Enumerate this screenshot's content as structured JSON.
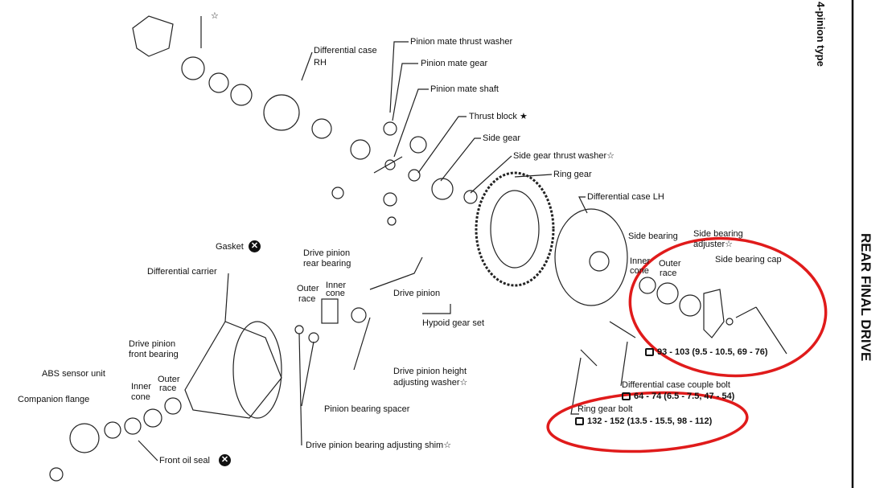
{
  "side_title": "REAR FINAL DRIVE",
  "subtitle": "4-pinion type",
  "labels": {
    "star_top": "☆",
    "diff_case_rh_1": "Differential case",
    "diff_case_rh_2": "RH",
    "pinion_mate_thrust_washer": "Pinion mate thrust washer",
    "pinion_mate_gear": "Pinion mate gear",
    "pinion_mate_shaft": "Pinion mate shaft",
    "thrust_block": "Thrust block ★",
    "side_gear": "Side gear",
    "side_gear_thrust_washer": "Side gear thrust washer☆",
    "ring_gear": "Ring gear",
    "diff_case_lh": "Differential case LH",
    "gasket": "Gasket",
    "diff_carrier": "Differential carrier",
    "dp_rear_bearing_1": "Drive pinion",
    "dp_rear_bearing_2": "rear bearing",
    "outer_race_1": "Outer",
    "outer_race_2": "race",
    "inner_cone_1": "Inner",
    "inner_cone_2": "cone",
    "drive_pinion": "Drive pinion",
    "hypoid_gear_set": "Hypoid gear set",
    "side_bearing": "Side bearing",
    "side_bearing_adjuster_1": "Side bearing",
    "side_bearing_adjuster_2": "adjuster☆",
    "side_bearing_cap": "Side bearing cap",
    "sb_inner_1": "Inner",
    "sb_inner_2": "cone",
    "sb_outer_1": "Outer",
    "sb_outer_2": "race",
    "diff_case_couple_bolt": "Differential case couple bolt",
    "ring_gear_bolt": "Ring gear bolt",
    "dp_height_washer_1": "Drive pinion height",
    "dp_height_washer_2": "adjusting washer☆",
    "pinion_bearing_spacer": "Pinion bearing spacer",
    "dp_bearing_shim": "Drive pinion bearing adjusting shim☆",
    "front_oil_seal": "Front oil seal",
    "companion_flange": "Companion flange",
    "abs_sensor_unit": "ABS sensor unit",
    "dp_front_bearing_1": "Drive pinion",
    "dp_front_bearing_2": "front bearing",
    "fb_inner_1": "Inner",
    "fb_inner_2": "cone",
    "fb_outer_1": "Outer",
    "fb_outer_2": "race"
  },
  "torques": {
    "side_bearing_cap": "93 - 103 (9.5 - 10.5, 69 - 76)",
    "couple_bolt": "64 - 74 (6.5 - 7.5, 47 - 54)",
    "ring_gear_bolt": "132 - 152 (13.5 - 15.5, 98 - 112)"
  },
  "replace_icon": "✕",
  "highlight_color": "#e01b1b"
}
